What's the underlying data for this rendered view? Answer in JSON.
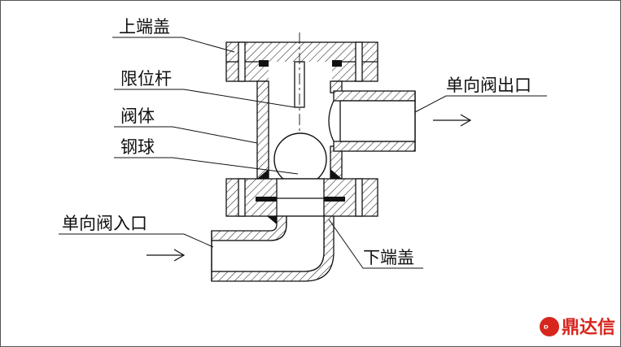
{
  "labels": {
    "top_cover": "上端盖",
    "limit_rod": "限位杆",
    "valve_body": "阀体",
    "steel_ball": "钢球",
    "outlet": "单向阀出口",
    "inlet": "单向阀入口",
    "bottom_cover": "下端盖"
  },
  "logo": {
    "text": "鼎达信",
    "color": "#d7261d"
  }
}
